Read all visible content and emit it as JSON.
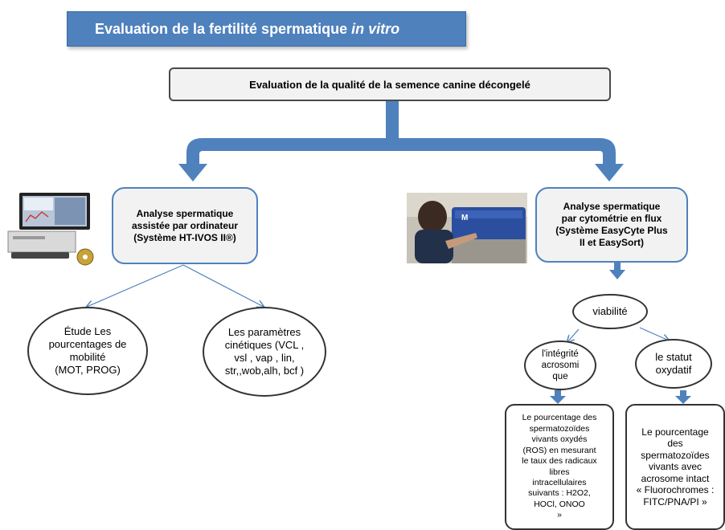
{
  "title": {
    "main": "Evaluation de la fertilité spermatique",
    "italic": "in vitro"
  },
  "root": {
    "label": "Evaluation de la qualité de la semence  canine décongelé"
  },
  "left_branch": {
    "label": "Analyse spermatique\nassistée par ordinateur\n(Système HT-IVOS II®)",
    "children": [
      {
        "label": "Étude Les\npourcentages de\nmobilité\n(MOT, PROG)"
      },
      {
        "label": "Les paramètres\ncinétiques (VCL ,\nvsl , vap , lin,\nstr,,wob,alh, bcf )"
      }
    ]
  },
  "right_branch": {
    "label": "Analyse spermatique\npar cytométrie en flux\n(Système EasyCyte Plus\nII et EasySort)",
    "viability": "viabilité",
    "children": [
      {
        "label": "l'intégrité\nacrosomi\nque",
        "detail": "Le pourcentage des\nspermatozoïdes\nvivants oxydés\n(ROS) en mesurant\nle taux des radicaux\nlibres\nintracellulaires\nsuivants : H2O2,\nHOCl, ONOO\n»"
      },
      {
        "label": "le statut\noxydatif",
        "detail": "Le pourcentage\ndes\nspermatozoïdes\nvivants avec\nacrosome intact\n« Fluorochromes :\nFITC/PNA/PI »"
      }
    ]
  },
  "colors": {
    "accent": "#4f81bd",
    "box_fill": "#f2f2f2",
    "border_dark": "#333333"
  },
  "icons": {
    "left_image": "computer-analyzer-photo",
    "right_image": "flow-cytometer-operator-photo"
  }
}
